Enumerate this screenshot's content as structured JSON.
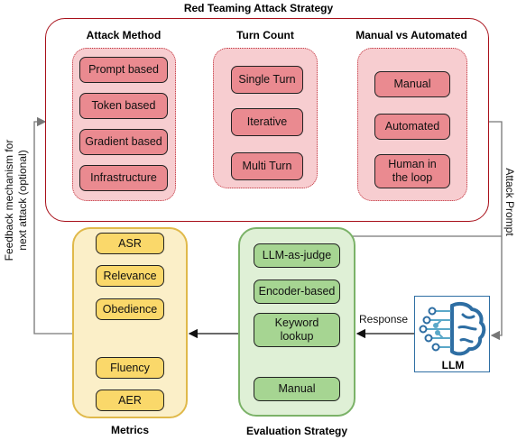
{
  "diagram": {
    "main_title": "Red Teaming Attack Strategy",
    "attack_method": {
      "title": "Attack Method",
      "items": [
        "Prompt based",
        "Token based",
        "Gradient based",
        "Infrastructure"
      ]
    },
    "turn_count": {
      "title": "Turn Count",
      "items": [
        "Single Turn",
        "Iterative",
        "Multi Turn"
      ]
    },
    "manual_vs_automated": {
      "title": "Manual vs Automated",
      "items": [
        "Manual",
        "Automated",
        "Human in the loop"
      ]
    },
    "evaluation_strategy": {
      "title": "Evaluation Strategy",
      "items": [
        "LLM-as-judge",
        "Encoder-based",
        "Keyword lookup",
        "Manual"
      ]
    },
    "metrics": {
      "title": "Metrics",
      "items": [
        "ASR",
        "Relevance",
        "Obedience",
        "Fluency",
        "AER"
      ]
    },
    "llm": {
      "label": "LLM",
      "icon": "brain-circuit-icon"
    },
    "edges": {
      "attack_prompt": "Attack Prompt",
      "response": "Response",
      "feedback_line1": "Feedback mechanism for",
      "feedback_line2": "next attack (optional)"
    },
    "colors": {
      "red_border": "#a8101a",
      "red_group": "#f7cdd0",
      "red_item": "#ea8a90",
      "green_panel": "#dff0d6",
      "green_item": "#a6d592",
      "yellow_panel": "#fbefc8",
      "yellow_item": "#fad86a",
      "llm_blue": "#2e6ea3"
    }
  }
}
